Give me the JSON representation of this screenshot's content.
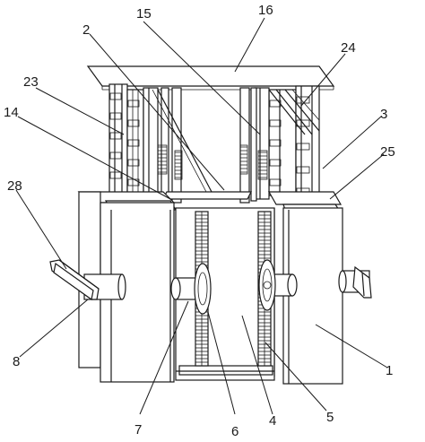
{
  "labels": [
    "15",
    "16",
    "2",
    "24",
    "23",
    "3",
    "14",
    "25",
    "28",
    "8",
    "1",
    "7",
    "6",
    "4",
    "5"
  ]
}
